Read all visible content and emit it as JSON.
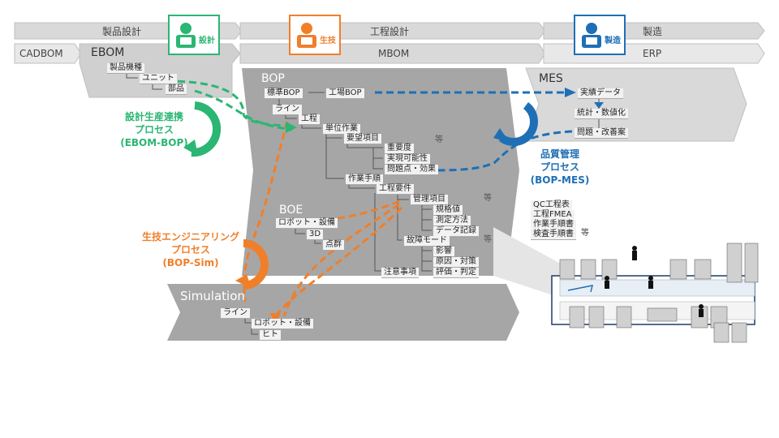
{
  "phases": {
    "design": "製品設計",
    "process": "工程設計",
    "manufacturing": "製造"
  },
  "systems": {
    "cadbom": "CADBOM",
    "ebom": "EBOM",
    "mbom": "MBOM",
    "erp": "ERP",
    "bop": "BOP",
    "mes": "MES",
    "boe": "BOE",
    "simulation": "Simulation"
  },
  "roles": {
    "design": "設計",
    "production_eng": "生技",
    "manufacturing": "製造"
  },
  "ebom_tree": [
    "製品機種",
    "ユニット",
    "部品"
  ],
  "bop_tree": {
    "standard_bop": "標準BOP",
    "factory_bop": "工場BOP",
    "line": "ライン",
    "process": "工程",
    "unit_work": "単位作業",
    "requirement_items": "要望項目",
    "importance": "重要度",
    "feasibility": "実現可能性",
    "issues_effects": "問題点・効果",
    "etc1": "等",
    "work_procedure": "作業手順",
    "process_requirements": "工程要件",
    "management_items": "管理項目",
    "etc2": "等",
    "spec_values": "規格値",
    "measurement": "測定方法",
    "data_record": "データ記録",
    "failure_mode": "故障モード",
    "etc3": "等",
    "impact": "影響",
    "cause_action": "原因・対策",
    "evaluation": "評価・判定",
    "cautions": "注意事項"
  },
  "boe_tree": [
    "ロボット・設備",
    "3D",
    "点群"
  ],
  "sim_tree": [
    "ライン",
    "ロボット・設備",
    "ヒト"
  ],
  "mes_tree": [
    "実績データ",
    "統計・数値化",
    "問題・改善案"
  ],
  "processes": {
    "ebom_bop": [
      "設計生産連携",
      "プロセス",
      "(EBOM-BOP)"
    ],
    "bop_mes": [
      "品質管理",
      "プロセス",
      "(BOP-MES)"
    ],
    "bop_sim": [
      "生技エンジニアリング",
      "プロセス",
      "(BOP-Sim)"
    ]
  },
  "documents": {
    "items": [
      "QC工程表",
      "工程FMEA",
      "作業手順書",
      "検査手順書"
    ],
    "etc": "等"
  },
  "colors": {
    "green": "#2bb673",
    "orange": "#f07f2a",
    "blue": "#1f6fb5",
    "panel_gray": "#a6a6a6",
    "light_gray": "#d9d9d9"
  }
}
